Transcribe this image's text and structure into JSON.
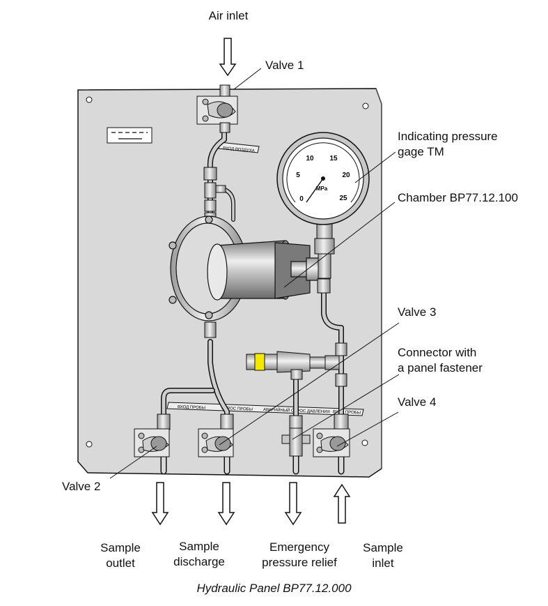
{
  "labels": {
    "air_inlet": "Air inlet",
    "valve_1": "Valve 1",
    "gage_line1": "Indicating pressure",
    "gage_line2": "gage TM",
    "chamber": "Chamber BP77.12.100",
    "valve_3": "Valve 3",
    "connector_line1": "Connector with",
    "connector_line2": "a panel fastener",
    "valve_4": "Valve 4",
    "valve_2": "Valve 2",
    "sample_outlet_line1": "Sample",
    "sample_outlet_line2": "outlet",
    "sample_discharge_line1": "Sample",
    "sample_discharge_line2": "discharge",
    "relief_line1": "Emergency",
    "relief_line2": "pressure relief",
    "sample_inlet_line1": "Sample",
    "sample_inlet_line2": "inlet"
  },
  "gage": {
    "unit": "MPa",
    "ticks": [
      "0",
      "5",
      "10",
      "15",
      "20",
      "25"
    ]
  },
  "strip_labels": [
    "ВХОД ПРОБЫ",
    "СБРОС ПРОБЫ",
    "АВАРИЙНЫЙ СБРОС ДАВЛЕНИЯ",
    "ВХОД ПРОБЫ"
  ],
  "air_label": "ВХОД ВОЗДУХА",
  "caption": "Hydraulic Panel BP77.12.000",
  "colors": {
    "panel": "#d9d9d9",
    "line": "#111111",
    "metal": "#bdbdbd",
    "accent": "#f4e800"
  }
}
